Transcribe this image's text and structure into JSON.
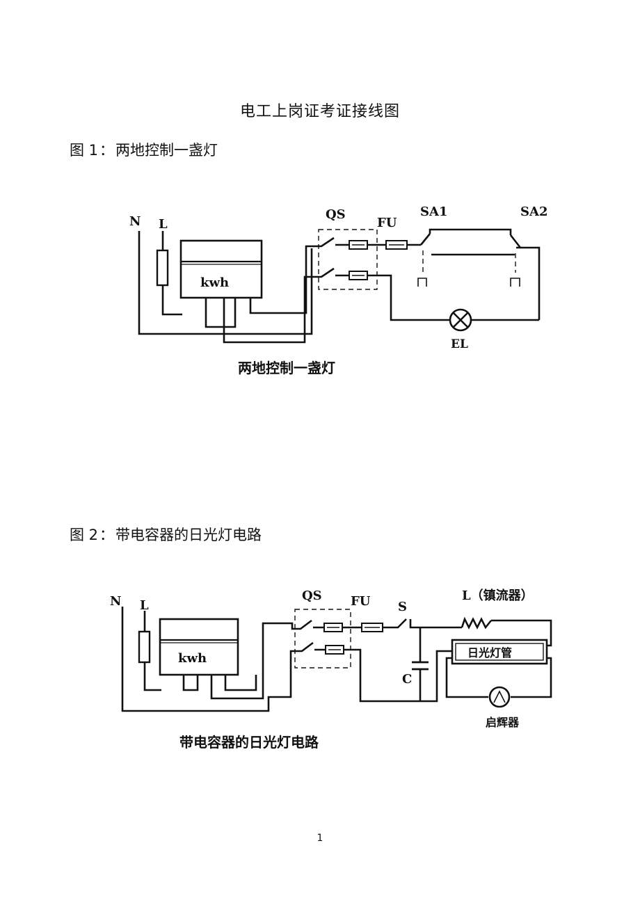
{
  "title": "电工上岗证考证接线图",
  "sections": [
    {
      "heading_prefix": "图 1",
      "heading_sep": "：",
      "heading_text": "两地控制一盏灯",
      "diagram": {
        "labels": {
          "n": "N",
          "l": "L",
          "meter": "kwh",
          "qs": "QS",
          "fu": "FU",
          "sa1": "SA1",
          "sa2": "SA2",
          "lamp": "EL"
        },
        "caption": "两地控制一盏灯"
      }
    },
    {
      "heading_prefix": "图 2",
      "heading_sep": "：",
      "heading_text": "带电容器的日光灯电路",
      "diagram": {
        "labels": {
          "n": "N",
          "l": "L",
          "meter": "kwh",
          "qs": "QS",
          "fu": "FU",
          "s": "S",
          "ballast": "L（镇流器）",
          "capacitor": "C",
          "tube": "日光灯管",
          "starter": "启辉器"
        },
        "caption": "带电容器的日光灯电路"
      }
    }
  ],
  "page_number": "1"
}
